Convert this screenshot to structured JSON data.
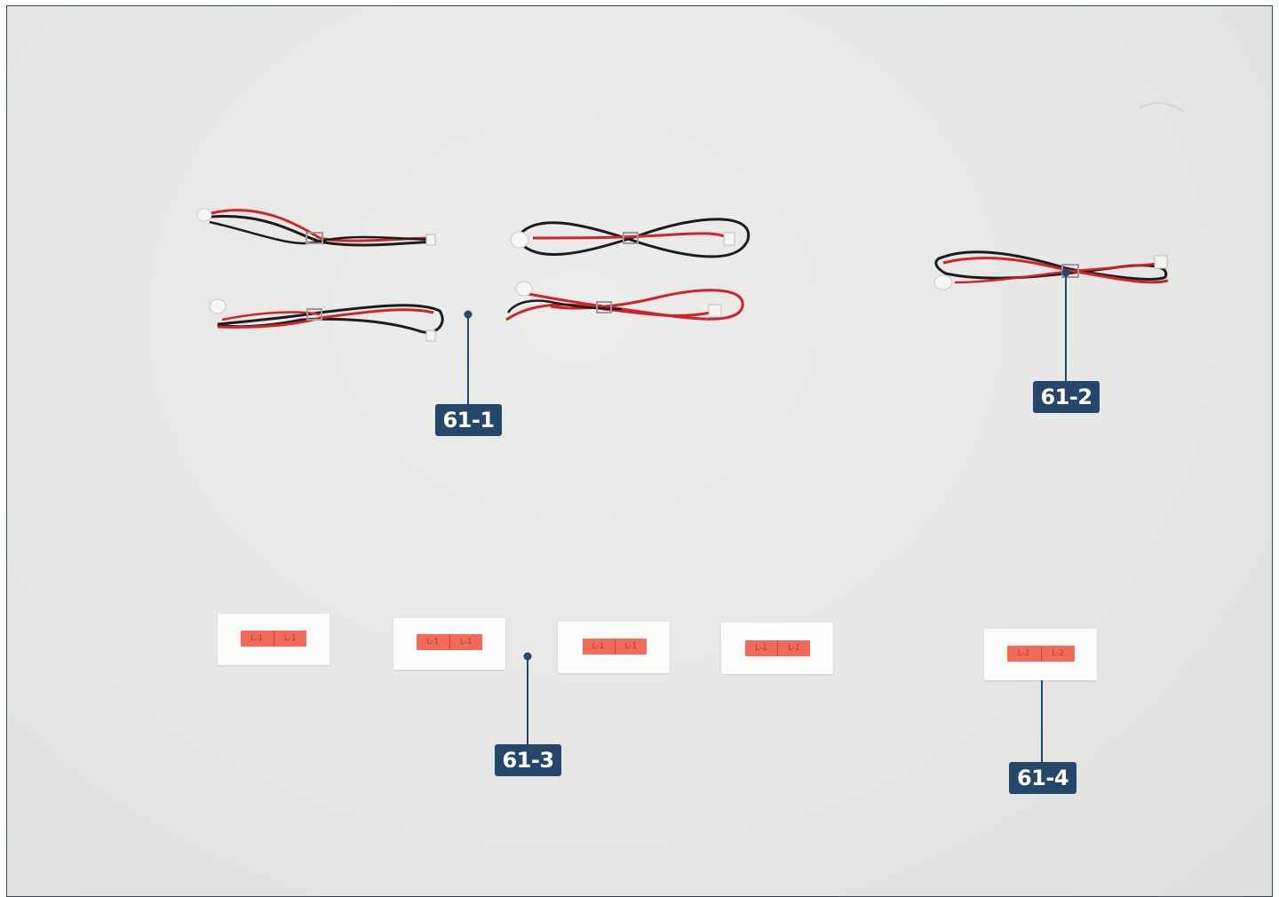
{
  "callouts": {
    "c1": "61-1",
    "c2": "61-2",
    "c3": "61-3",
    "c4": "61-4"
  },
  "stickers": {
    "l1": "L-1",
    "l2": "L-2"
  },
  "colors": {
    "callout_bg": "#24476b",
    "wire_red": "#d0232a",
    "wire_black": "#1d1b1b",
    "sticker_red": "#f26a5a",
    "background": "#e6e7e5"
  }
}
